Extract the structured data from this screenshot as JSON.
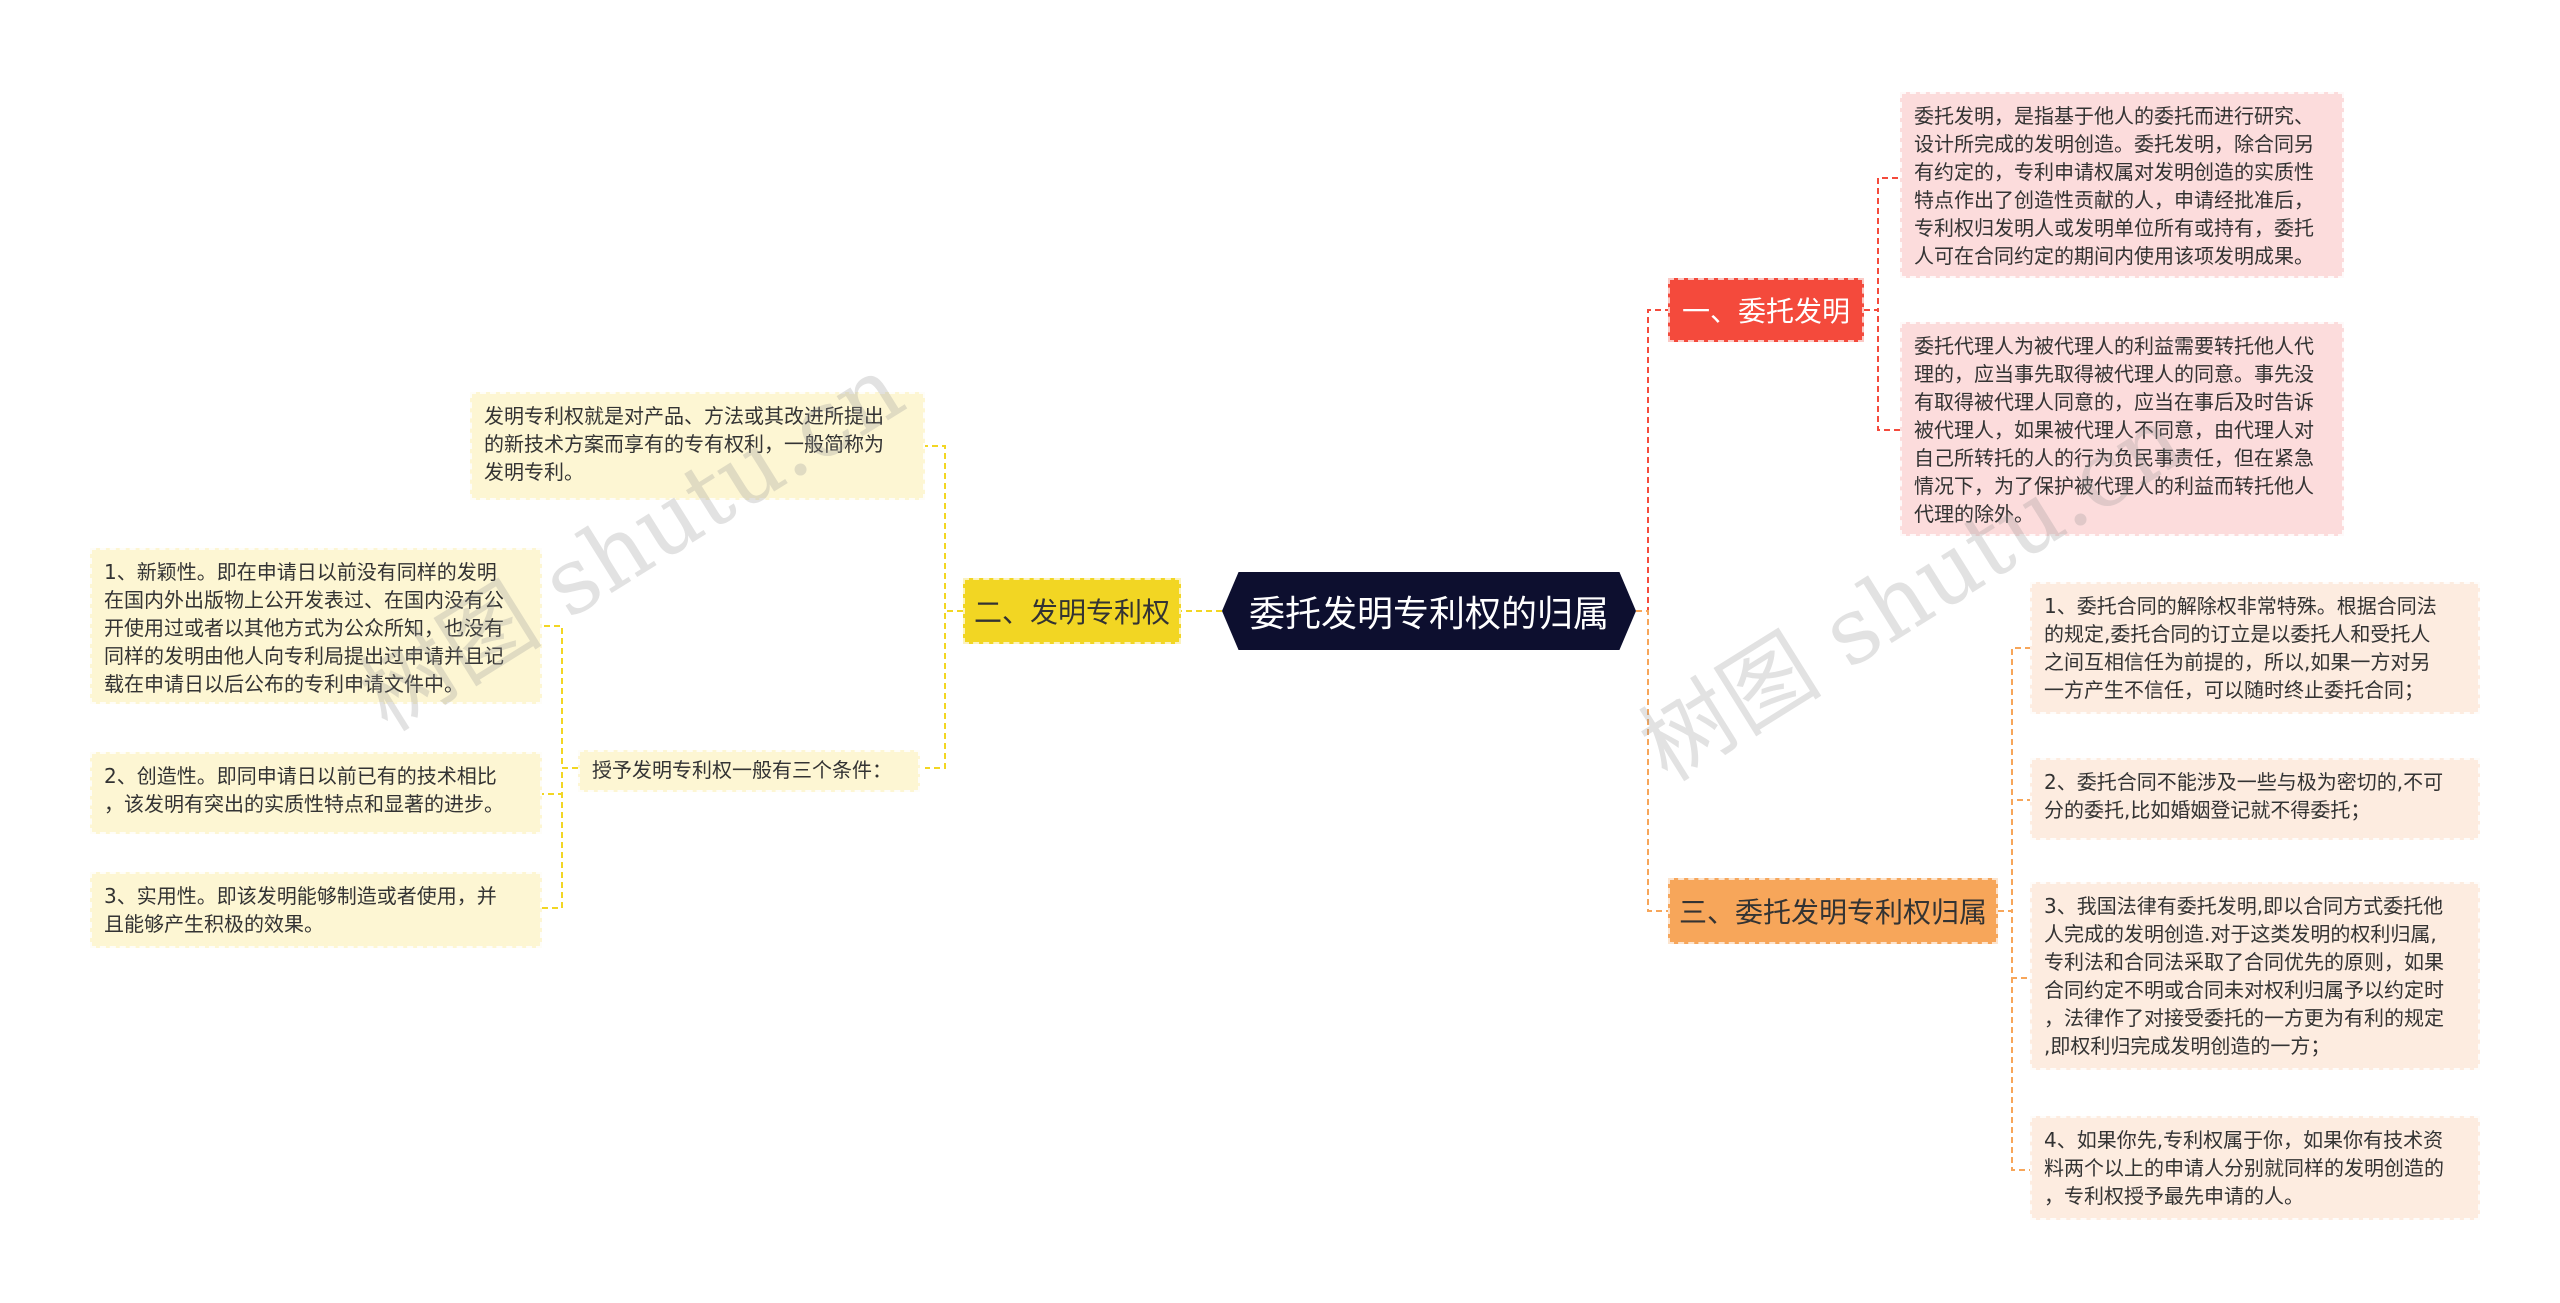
{
  "root": "委托发明专利权的归属",
  "branches": {
    "b1": {
      "label": "一、委托发明",
      "leaves": [
        "委托发明，是指基于他人的委托而进行研究、\n设计所完成的发明创造。委托发明，除合同另\n有约定的，专利申请权属对发明创造的实质性\n特点作出了创造性贡献的人，申请经批准后，\n专利权归发明人或发明单位所有或持有，委托\n人可在合同约定的期间内使用该项发明成果。",
        "委托代理人为被代理人的利益需要转托他人代\n理的，应当事先取得被代理人的同意。事先没\n有取得被代理人同意的，应当在事后及时告诉\n被代理人，如果被代理人不同意，由代理人对\n自己所转托的人的行为负民事责任，但在紧急\n情况下，为了保护被代理人的利益而转托他人\n代理的除外。"
      ]
    },
    "b2": {
      "label": "二、发明专利权",
      "def": "发明专利权就是对产品、方法或其改进所提出\n的新技术方案而享有的专有权利，一般简称为\n发明专利。",
      "cond": "授予发明专利权一般有三个条件：",
      "conds": [
        "1、新颖性。即在申请日以前没有同样的发明\n在国内外出版物上公开发表过、在国内没有公\n开使用过或者以其他方式为公众所知，也没有\n同样的发明由他人向专利局提出过申请并且记\n载在申请日以后公布的专利申请文件中。",
        "2、创造性。即同申请日以前已有的技术相比\n，该发明有突出的实质性特点和显著的进步。",
        "3、实用性。即该发明能够制造或者使用，并\n且能够产生积极的效果。"
      ]
    },
    "b3": {
      "label": "三、委托发明专利权归属",
      "leaves": [
        "1、委托合同的解除权非常特殊。根据合同法\n的规定,委托合同的订立是以委托人和受托人\n之间互相信任为前提的，所以,如果一方对另\n一方产生不信任，可以随时终止委托合同；",
        "2、委托合同不能涉及一些与极为密切的,不可\n分的委托,比如婚姻登记就不得委托；",
        "3、我国法律有委托发明,即以合同方式委托他\n人完成的发明创造.对于这类发明的权利归属,\n专利法和合同法采取了合同优先的原则，如果\n合同约定不明或合同未对权利归属予以约定时\n，法律作了对接受委托的一方更为有利的规定\n,即权利归完成发明创造的一方；",
        "4、如果你先,专利权属于你，如果你有技术资\n料两个以上的申请人分别就同样的发明创造的\n，专利权授予最先申请的人。"
      ]
    }
  },
  "watermarks": [
    "树图 shutu.cn",
    "树图 shutu.cn"
  ],
  "colors": {
    "root": "#0d0f2f",
    "b1": "#f44a3c",
    "b2": "#f2d623",
    "b3": "#f7a65a"
  }
}
